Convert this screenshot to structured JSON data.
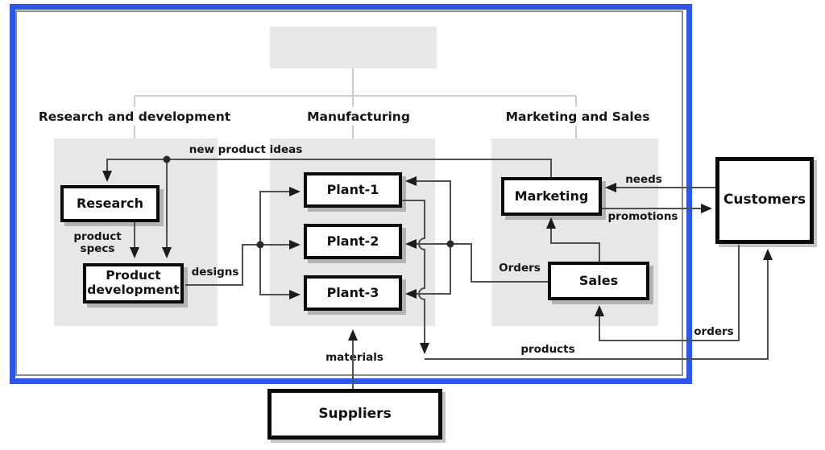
{
  "org_chart": {
    "departments": [
      {
        "label": "Research and development"
      },
      {
        "label": "Manufacturing"
      },
      {
        "label": "Marketing and Sales"
      }
    ]
  },
  "nodes": {
    "research": {
      "label": "Research"
    },
    "product_development": {
      "label": "Product development"
    },
    "plant_1": {
      "label": "Plant-1"
    },
    "plant_2": {
      "label": "Plant-2"
    },
    "plant_3": {
      "label": "Plant-3"
    },
    "marketing": {
      "label": "Marketing"
    },
    "sales": {
      "label": "Sales"
    },
    "customers": {
      "label": "Customers"
    },
    "suppliers": {
      "label": "Suppliers"
    }
  },
  "flow_labels": {
    "new_product_ideas": "new product ideas",
    "product_specs": "product specs",
    "designs": "designs",
    "orders_to_plants": "Orders",
    "needs": "needs",
    "promotions": "promotions",
    "products": "products",
    "customer_orders": "orders",
    "materials": "materials"
  },
  "colors": {
    "highlight_frame": "#2e57e8",
    "department_panel": "#e7e7e7",
    "connector_line": "#4f4f4f",
    "tree_line": "#cccccc",
    "node_border": "#0a0a0a",
    "node_shadow": "#b3b3b3"
  }
}
